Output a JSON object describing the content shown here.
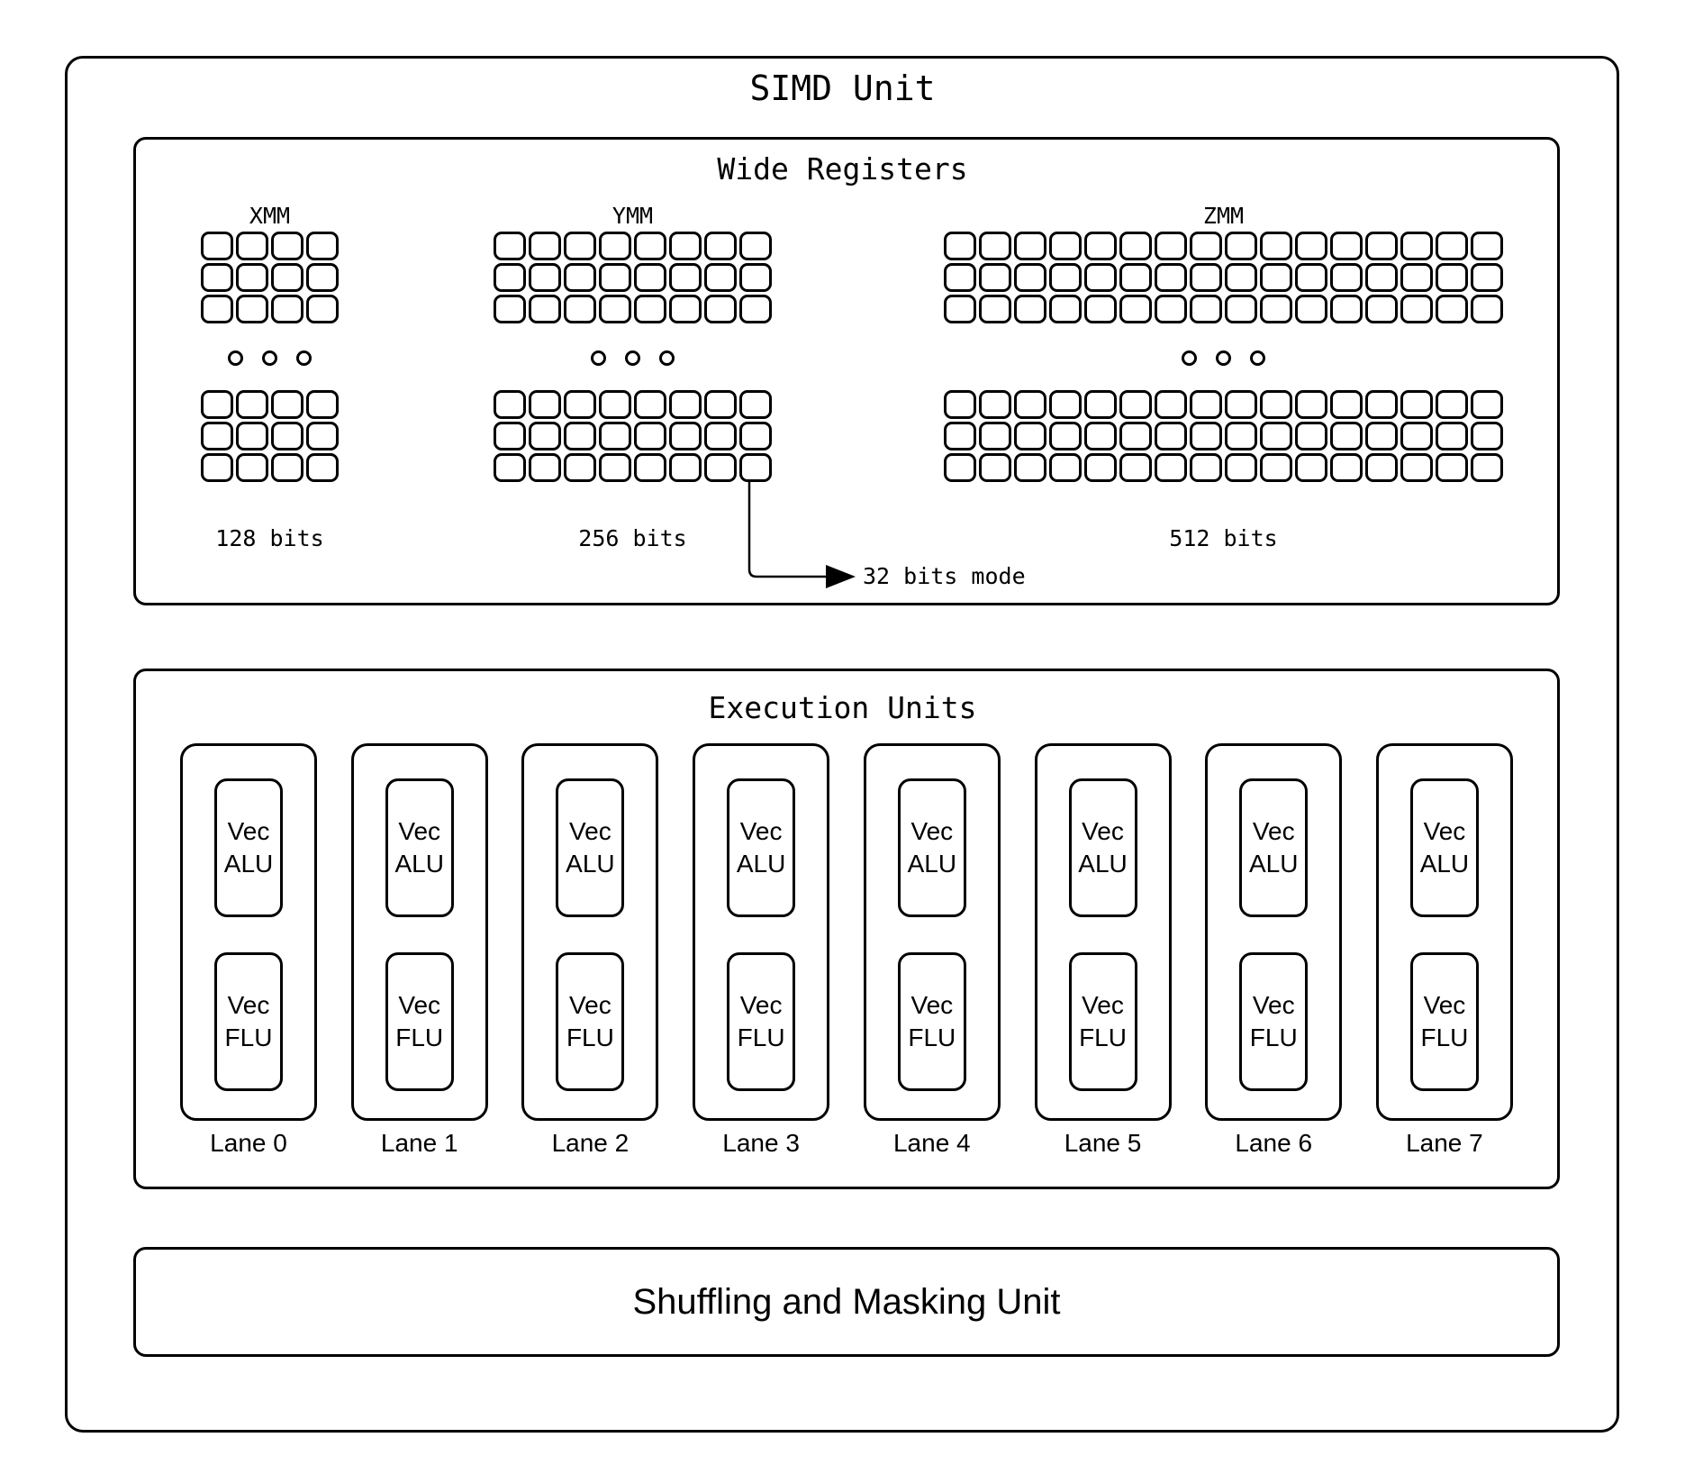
{
  "title": "SIMD Unit",
  "wide_registers": {
    "title": "Wide Registers",
    "registers": [
      {
        "name": "XMM",
        "bits_label": "128 bits",
        "columns": 4,
        "rows": 3
      },
      {
        "name": "YMM",
        "bits_label": "256 bits",
        "columns": 8,
        "rows": 3
      },
      {
        "name": "ZMM",
        "bits_label": "512 bits",
        "columns": 16,
        "rows": 3
      }
    ],
    "ellipsis_dots": 3,
    "annotation_label": "32 bits mode"
  },
  "execution_units": {
    "title": "Execution Units",
    "units": [
      {
        "line1": "Vec",
        "line2": "ALU"
      },
      {
        "line1": "Vec",
        "line2": "FLU"
      }
    ],
    "lanes": [
      {
        "label": "Lane 0"
      },
      {
        "label": "Lane 1"
      },
      {
        "label": "Lane 2"
      },
      {
        "label": "Lane 3"
      },
      {
        "label": "Lane 4"
      },
      {
        "label": "Lane 5"
      },
      {
        "label": "Lane 6"
      },
      {
        "label": "Lane 7"
      }
    ]
  },
  "shuffling_unit": {
    "label": "Shuffling and Masking Unit"
  },
  "colors": {
    "stroke": "#000000",
    "background": "#ffffff"
  }
}
